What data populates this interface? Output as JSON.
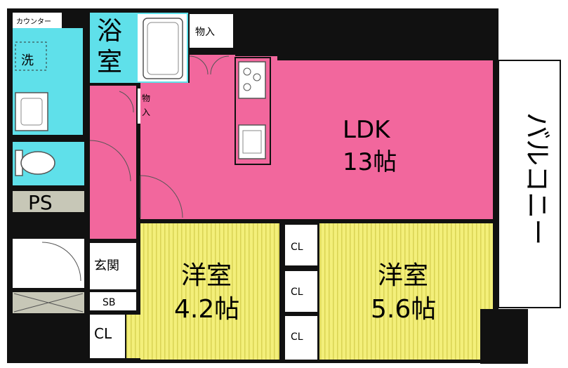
{
  "colors": {
    "wall": "#111111",
    "ldk": "#f2679d",
    "entrance_hall": "#f2679d",
    "bedroom": "#f3ef7a",
    "bedroom_stripe": "#d9d354",
    "wet_area": "#5fe0ea",
    "storage": "#ffffff",
    "ps": "#c7c7b7",
    "balcony": "#ffffff"
  },
  "labels": {
    "counter": "カウンター",
    "wash": "洗",
    "bath_line1": "浴",
    "bath_line2": "室",
    "storage_top": "物入",
    "storage_mid_line1": "物",
    "storage_mid_line2": "入",
    "ldk_name": "LDK",
    "ldk_size": "13帖",
    "balcony": "バルコニー",
    "ps": "PS",
    "entrance": "玄関",
    "shoe_box": "SB",
    "closet": "CL",
    "bedroom1_name": "洋室",
    "bedroom1_size": "4.2帖",
    "bedroom2_name": "洋室",
    "bedroom2_size": "5.6帖"
  },
  "icons": [
    "washing-machine-icon",
    "washbasin-icon",
    "toilet-icon",
    "bathtub-icon",
    "stove-icon",
    "sink-icon",
    "door-swing-icon"
  ]
}
